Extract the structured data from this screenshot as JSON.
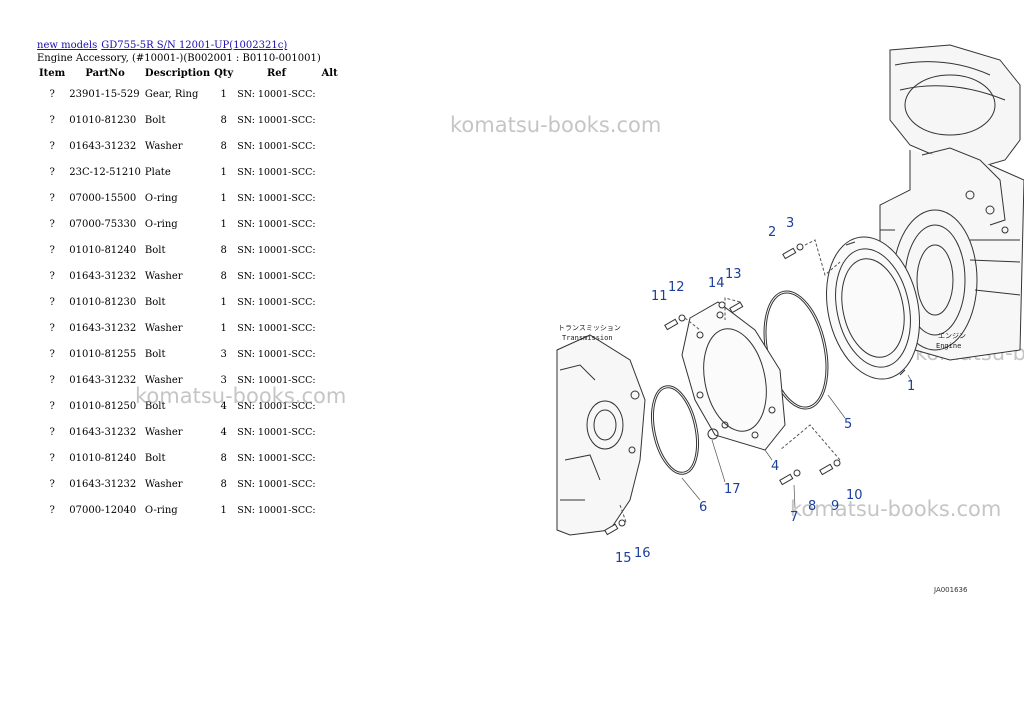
{
  "breadcrumb": {
    "home_link": "new models",
    "model_link": "GD755-5R S/N 12001-UP(1002321c)"
  },
  "subtitle": "Engine Accessory, (#10001-)(B002001 : B0110-001001)",
  "table": {
    "headers": [
      "Item",
      "PartNo",
      "Description",
      "Qty",
      "Ref",
      "Alt"
    ],
    "rows": [
      {
        "item": "?",
        "part": "23901-15-529",
        "desc": "Gear, Ring",
        "qty": "1",
        "ref": "SN: 10001-SCC:"
      },
      {
        "item": "?",
        "part": "01010-81230",
        "desc": "Bolt",
        "qty": "8",
        "ref": "SN: 10001-SCC:"
      },
      {
        "item": "?",
        "part": "01643-31232",
        "desc": "Washer",
        "qty": "8",
        "ref": "SN: 10001-SCC:"
      },
      {
        "item": "?",
        "part": "23C-12-51210",
        "desc": "Plate",
        "qty": "1",
        "ref": "SN: 10001-SCC:"
      },
      {
        "item": "?",
        "part": "07000-15500",
        "desc": "O-ring",
        "qty": "1",
        "ref": "SN: 10001-SCC:"
      },
      {
        "item": "?",
        "part": "07000-75330",
        "desc": "O-ring",
        "qty": "1",
        "ref": "SN: 10001-SCC:"
      },
      {
        "item": "?",
        "part": "01010-81240",
        "desc": "Bolt",
        "qty": "8",
        "ref": "SN: 10001-SCC:"
      },
      {
        "item": "?",
        "part": "01643-31232",
        "desc": "Washer",
        "qty": "8",
        "ref": "SN: 10001-SCC:"
      },
      {
        "item": "?",
        "part": "01010-81230",
        "desc": "Bolt",
        "qty": "1",
        "ref": "SN: 10001-SCC:"
      },
      {
        "item": "?",
        "part": "01643-31232",
        "desc": "Washer",
        "qty": "1",
        "ref": "SN: 10001-SCC:"
      },
      {
        "item": "?",
        "part": "01010-81255",
        "desc": "Bolt",
        "qty": "3",
        "ref": "SN: 10001-SCC:"
      },
      {
        "item": "?",
        "part": "01643-31232",
        "desc": "Washer",
        "qty": "3",
        "ref": "SN: 10001-SCC:"
      },
      {
        "item": "?",
        "part": "01010-81250",
        "desc": "Bolt",
        "qty": "4",
        "ref": "SN: 10001-SCC:"
      },
      {
        "item": "?",
        "part": "01643-31232",
        "desc": "Washer",
        "qty": "4",
        "ref": "SN: 10001-SCC:"
      },
      {
        "item": "?",
        "part": "01010-81240",
        "desc": "Bolt",
        "qty": "8",
        "ref": "SN: 10001-SCC:"
      },
      {
        "item": "?",
        "part": "01643-31232",
        "desc": "Washer",
        "qty": "8",
        "ref": "SN: 10001-SCC:"
      },
      {
        "item": "?",
        "part": "07000-12040",
        "desc": "O-ring",
        "qty": "1",
        "ref": "SN: 10001-SCC:"
      }
    ]
  },
  "watermark": "komatsu-books.com",
  "diagram": {
    "callouts": [
      "1",
      "2",
      "3",
      "4",
      "5",
      "6",
      "7",
      "8",
      "9",
      "10",
      "11",
      "12",
      "13",
      "14",
      "15",
      "16",
      "17"
    ],
    "transmission_jp": "トランスミッション",
    "transmission_en": "Transmission",
    "engine_jp": "エンジン",
    "engine_en": "Engine",
    "drawing_code": "JA001636",
    "callout_color": "#1b3f9a"
  }
}
